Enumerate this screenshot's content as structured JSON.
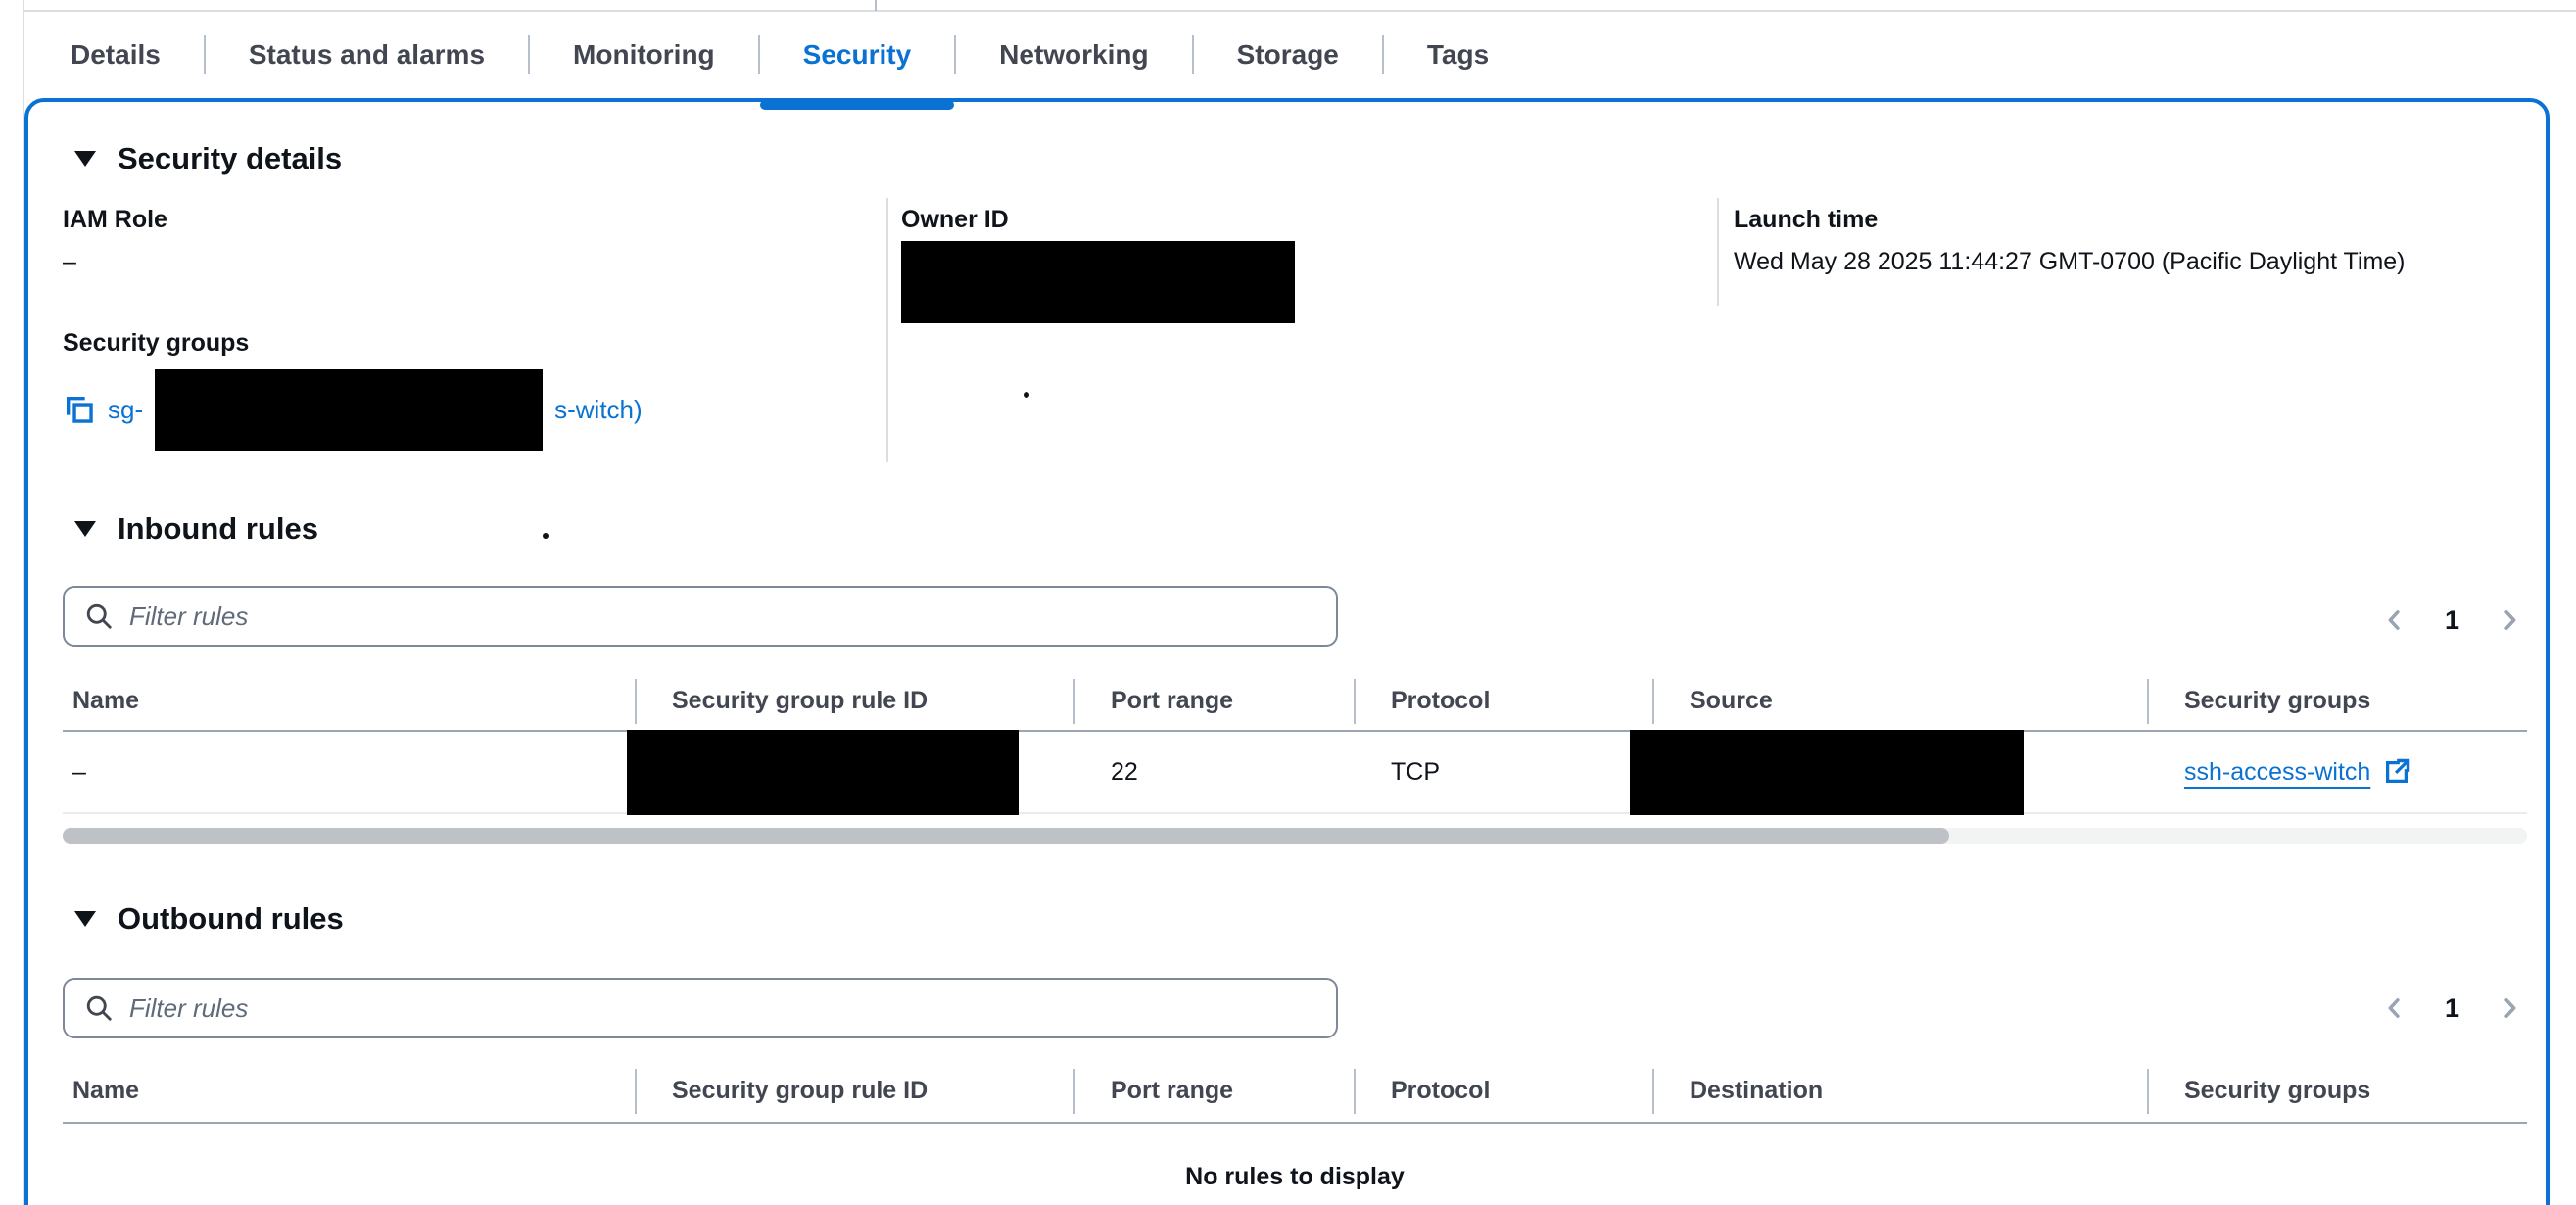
{
  "tabs": {
    "items": [
      {
        "label": "Details",
        "active": false
      },
      {
        "label": "Status and alarms",
        "active": false
      },
      {
        "label": "Monitoring",
        "active": false
      },
      {
        "label": "Security",
        "active": true
      },
      {
        "label": "Networking",
        "active": false
      },
      {
        "label": "Storage",
        "active": false
      },
      {
        "label": "Tags",
        "active": false
      }
    ]
  },
  "security_details": {
    "title": "Security details",
    "iam_role_label": "IAM Role",
    "iam_role_value": "–",
    "security_groups_label": "Security groups",
    "security_group_link_prefix": "sg-",
    "security_group_link_suffix": "s-witch)",
    "owner_id_label": "Owner ID",
    "launch_time_label": "Launch time",
    "launch_time_value": "Wed May 28 2025 11:44:27 GMT-0700 (Pacific Daylight Time)"
  },
  "inbound_rules": {
    "title": "Inbound rules",
    "filter_placeholder": "Filter rules",
    "pagination_page": "1",
    "columns": [
      "Name",
      "Security group rule ID",
      "Port range",
      "Protocol",
      "Source",
      "Security groups"
    ],
    "rows": [
      {
        "name": "–",
        "port_range": "22",
        "protocol": "TCP",
        "security_group": "ssh-access-witch"
      }
    ]
  },
  "outbound_rules": {
    "title": "Outbound rules",
    "filter_placeholder": "Filter rules",
    "pagination_page": "1",
    "columns": [
      "Name",
      "Security group rule ID",
      "Port range",
      "Protocol",
      "Destination",
      "Security groups"
    ],
    "empty_message": "No rules to display"
  },
  "icons": {
    "collapse": "caret-down-filled",
    "copy": "copy",
    "search": "magnifying-glass",
    "external_link": "external-link",
    "page_prev": "chevron-left",
    "page_next": "chevron-right"
  },
  "colors": {
    "accent_blue": "#0972d3",
    "text_primary": "#0f141a",
    "text_secondary": "#424650",
    "placeholder_gray": "#5f6b7a",
    "divider_gray": "#b6bec9",
    "redaction_black": "#000000"
  }
}
